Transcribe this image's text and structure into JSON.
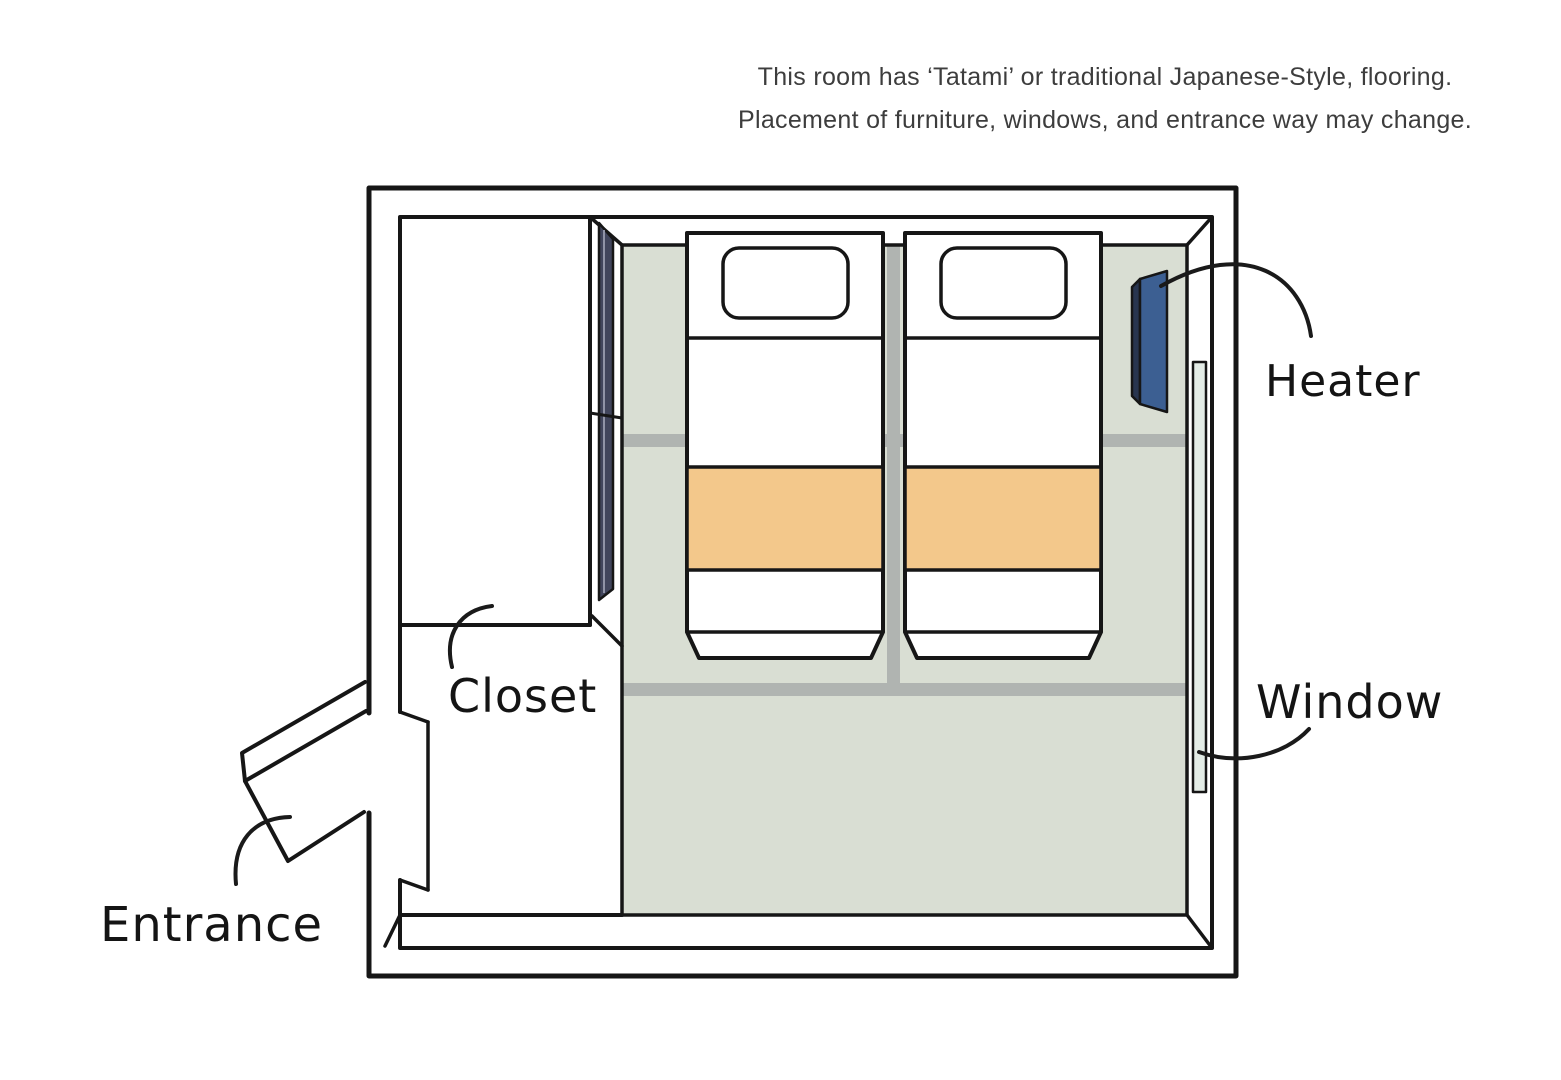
{
  "header": {
    "line1": "This room has ‘Tatami’ or traditional Japanese-Style, flooring.",
    "line2": "Placement of furniture, windows, and entrance way may change."
  },
  "labels": {
    "heater": "Heater",
    "window": "Window",
    "closet": "Closet",
    "entrance": "Entrance"
  },
  "colors": {
    "background": "#ffffff",
    "outline": "#161616",
    "tatami": "#d9ded3",
    "mat_divider": "#b0b4b1",
    "blanket": "#f3c88b",
    "heater_front": "#3c5f92",
    "heater_side": "#28354f",
    "door_panel": "#41455c",
    "door_panel_highlight": "#9093a6",
    "window_glass": "#e3ece6"
  },
  "diagram": {
    "type": "floor-plan",
    "elements": [
      "tatami-floor",
      "closet",
      "closet-sliding-door",
      "bed",
      "bed",
      "heater",
      "window",
      "entrance-door"
    ]
  }
}
